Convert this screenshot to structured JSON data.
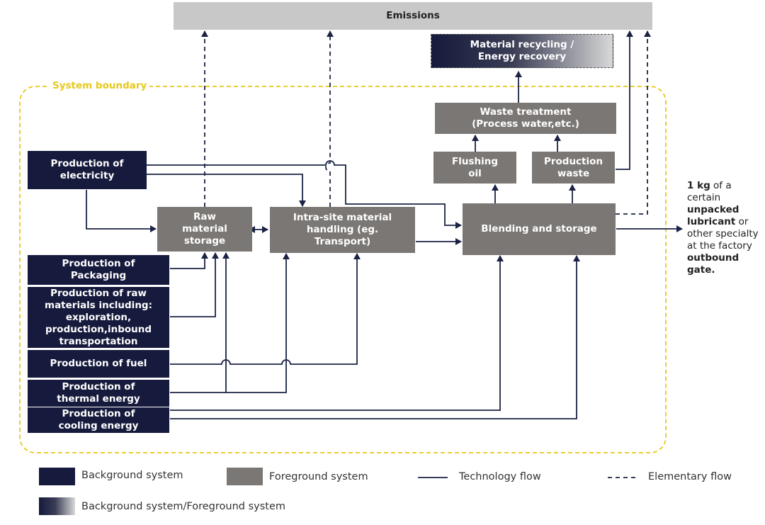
{
  "emissions": "Emissions",
  "recycling": "Material recycling /\nEnergy recovery",
  "boundary_label": "System boundary",
  "waste_treatment": "Waste treatment\n(Process water,etc.)",
  "flushing_oil": "Flushing\noil",
  "production_waste": "Production\nwaste",
  "production_electricity": "Production of\nelectricity",
  "raw_material_storage": "Raw\nmaterial\nstorage",
  "intra_site": "Intra-site material\nhandling (eg.\nTransport)",
  "blending": "Blending and storage",
  "production_packaging": "Production of\nPackaging",
  "production_raw": "Production of raw\nmaterials including:\nexploration,\nproduction,inbound\ntransportation",
  "production_fuel": "Production of fuel",
  "production_thermal": "Production of\nthermal energy",
  "production_cooling": "Production of\ncooling energy",
  "output": {
    "part1_bold": "1 kg",
    "part2": " of a certain ",
    "part3_bold": "unpacked lubricant",
    "part4": " or other specialty at the factory ",
    "part5_bold": "outbound gate."
  },
  "legend": {
    "background": "Background system",
    "foreground": "Foreground system",
    "technology": "Technology flow",
    "elementary": "Elementary flow",
    "mixed": "Background system/Foreground system"
  },
  "colors": {
    "background_system": "#161a3c",
    "foreground_system": "#7b7774",
    "boundary": "#e8c81a",
    "emissions": "#c8c8c8"
  }
}
